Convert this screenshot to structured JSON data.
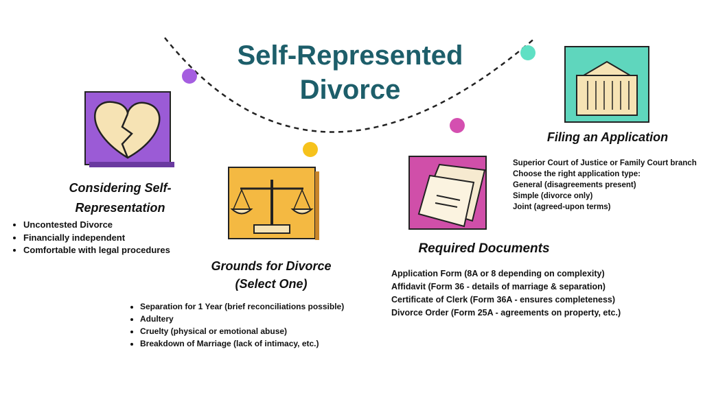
{
  "title": {
    "line1": "Self-Represented",
    "line2": "Divorce"
  },
  "colors": {
    "title": "#1d5e6a",
    "purple": "#9b5bd6",
    "yellow": "#f4b942",
    "pink": "#d04fa9",
    "teal": "#5fd6bd"
  },
  "sections": [
    {
      "icon": "broken-heart-icon",
      "heading_line1": "Considering Self-",
      "heading_line2": "Representation",
      "items": [
        "Uncontested Divorce",
        "Financially independent",
        "Comfortable with legal procedures"
      ]
    },
    {
      "icon": "scales-of-justice-icon",
      "heading_line1": "Grounds for Divorce",
      "heading_line2": "(Select One)",
      "items": [
        "Separation for 1 Year (brief reconciliations possible)",
        "Adultery",
        "Cruelty (physical or emotional abuse)",
        "Breakdown of Marriage (lack of intimacy, etc.)"
      ]
    },
    {
      "icon": "documents-icon",
      "heading_line1": "Required Documents",
      "items": [
        "Application Form (8A or 8 depending on complexity)",
        "Affidavit (Form 36 - details of marriage & separation)",
        "Certificate of Clerk (Form 36A - ensures completeness)",
        "Divorce Order (Form 25A - agreements on property, etc.)"
      ]
    },
    {
      "icon": "courthouse-icon",
      "heading_line1": "Filing an Application",
      "items": [
        "Superior Court of Justice or Family Court branch",
        "Choose the right application type:",
        "General (disagreements present)",
        "Simple (divorce only)",
        "Joint (agreed-upon terms)"
      ]
    }
  ]
}
